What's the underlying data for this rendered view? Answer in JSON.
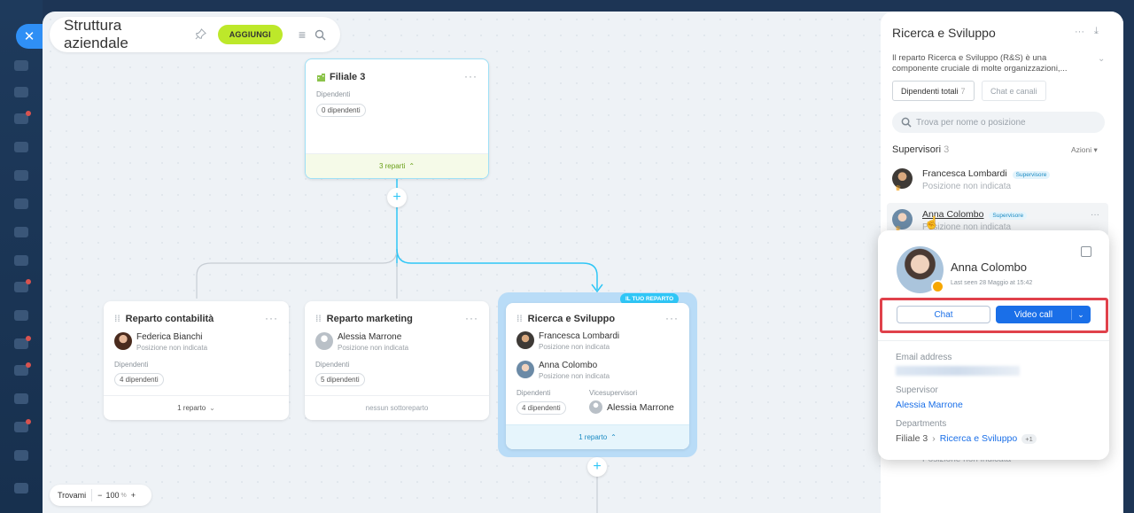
{
  "header": {
    "title": "Struttura aziendale",
    "add_button": "AGGIUNGI"
  },
  "zoom": {
    "find_label": "Trovami",
    "minus": "−",
    "value": "100",
    "unit": "%",
    "plus": "+"
  },
  "top_card": {
    "title": "Filiale 3",
    "employees_label": "Dipendenti",
    "employees_count": "0 dipendenti",
    "departments": "3 reparti"
  },
  "departments": [
    {
      "title": "Reparto contabilità",
      "person": "Federica Bianchi",
      "position": "Posizione non indicata",
      "employees_label": "Dipendenti",
      "employees_count": "4 dipendenti",
      "footer": "1 reparto"
    },
    {
      "title": "Reparto marketing",
      "person": "Alessia Marrone",
      "position": "Posizione non indicata",
      "employees_label": "Dipendenti",
      "employees_count": "5 dipendenti",
      "footer": "nessun sottoreparto"
    },
    {
      "title": "Ricerca e Sviluppo",
      "badge": "IL TUO REPARTO",
      "persons": [
        {
          "name": "Francesca Lombardi",
          "position": "Posizione non indicata"
        },
        {
          "name": "Anna Colombo",
          "position": "Posizione non indicata"
        }
      ],
      "employees_label": "Dipendenti",
      "employees_count": "4 dipendenti",
      "deputy_label": "Vicesupervisori",
      "deputy_name": "Alessia Marrone",
      "footer": "1 reparto"
    }
  ],
  "right_panel": {
    "title": "Ricerca e Sviluppo",
    "description": "Il reparto Ricerca e Sviluppo (R&S) è una componente cruciale di molte organizzazioni,...",
    "tab_employees": "Dipendenti totali",
    "tab_employees_count": "7",
    "tab_chat": "Chat e canali",
    "search_placeholder": "Trova per nome o posizione",
    "supervisors_label": "Supervisori",
    "supervisors_count": "3",
    "actions_label": "Azioni",
    "supervisors": [
      {
        "name": "Francesca Lombardi",
        "badge": "Supervisore",
        "position": "Posizione non indicata"
      },
      {
        "name": "Anna Colombo",
        "badge": "Supervisore",
        "position": "Posizione non indicata"
      }
    ],
    "hidden_row_position": "Posizione non indicata"
  },
  "popup": {
    "name": "Anna Colombo",
    "last_seen": "Last seen 28 Maggio at 15:42",
    "chat_button": "Chat",
    "video_button": "Video call",
    "email_label": "Email address",
    "supervisor_label": "Supervisor",
    "supervisor_name": "Alessia Marrone",
    "departments_label": "Departments",
    "dept_parent": "Filiale 3",
    "dept_child": "Ricerca e Sviluppo",
    "dept_more": "+1"
  },
  "colors": {
    "accent": "#2fc6f6",
    "primary": "#1a6fe8",
    "lime": "#bde82a",
    "highlight": "#e0414b"
  }
}
